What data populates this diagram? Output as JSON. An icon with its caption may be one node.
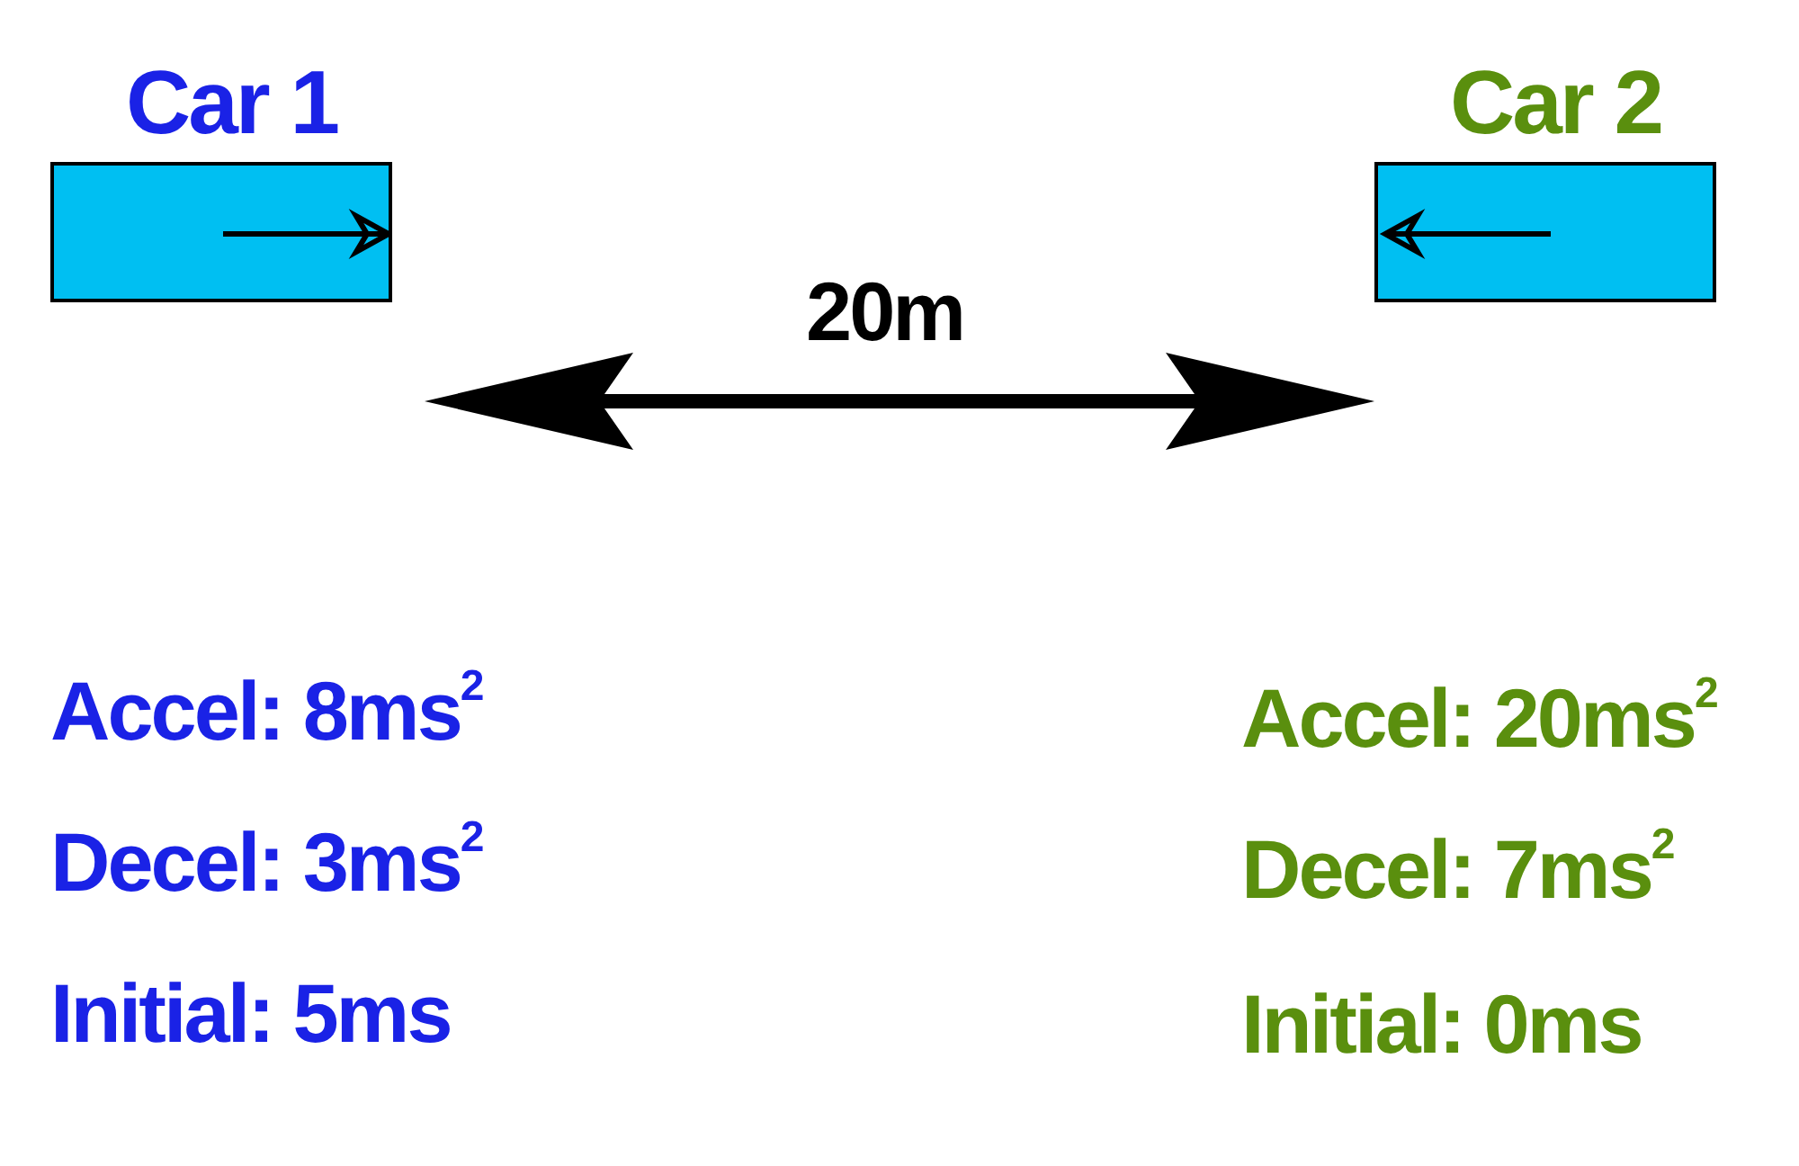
{
  "diagram": {
    "nodes": [
      {
        "text": [
          "Car 1"
        ]
      },
      {
        "text": [
          "Car 2"
        ]
      },
      {
        "text": [],
        "shape": "arrow",
        "beside": [
          "20m"
        ]
      }
    ],
    "edges": [],
    "labels": [
      "Accel: 8ms$^{2}$",
      "Decel: 3ms$^{2}$",
      "Initial: 5ms",
      "Accel: 20ms$^{2}$",
      "Decel: 7ms$^{2}$",
      "Initial: 0ms"
    ]
  }
}
